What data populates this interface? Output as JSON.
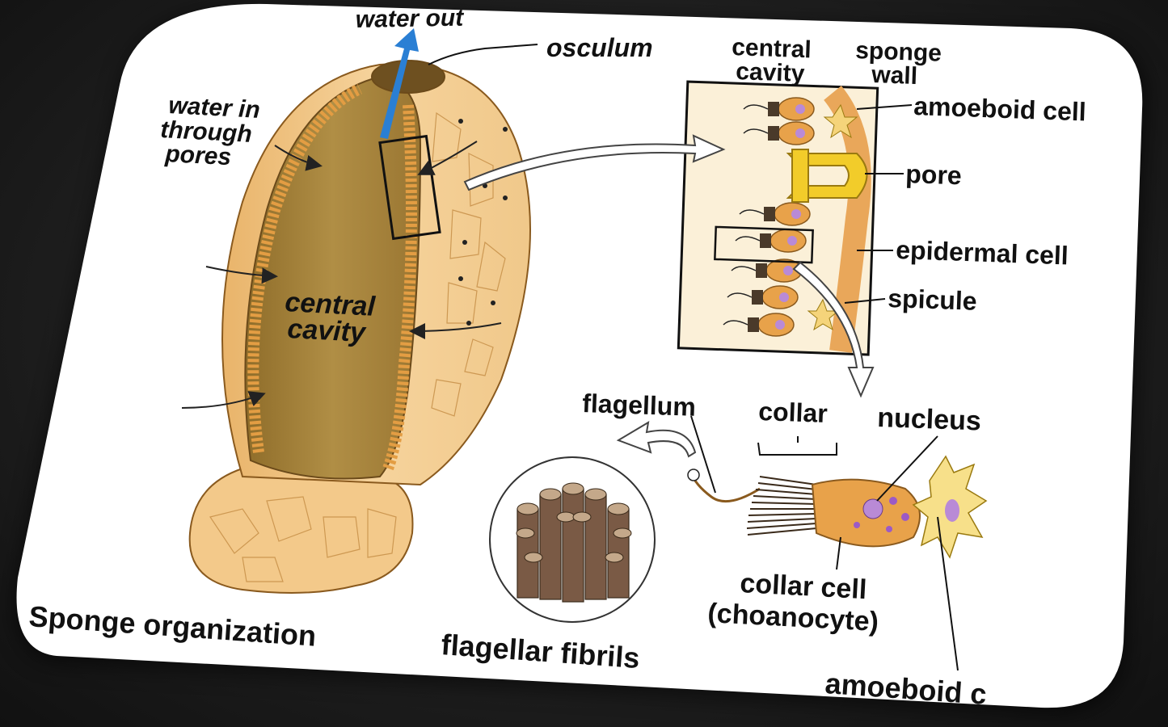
{
  "labels": {
    "water_out": "water out",
    "osculum": "osculum",
    "water_in": [
      "water in",
      "through",
      "pores"
    ],
    "central_cavity_main": [
      "central",
      "cavity"
    ],
    "central_cavity_inset": [
      "central",
      "cavity"
    ],
    "sponge_wall": [
      "sponge",
      "wall"
    ],
    "amoeboid_cell_top": "amoeboid cell",
    "pore": "pore",
    "epidermal_cell": "epidermal cell",
    "spicule": "spicule",
    "flagellum": "flagellum",
    "collar": "collar",
    "nucleus": "nucleus",
    "collar_cell": [
      "collar cell",
      "(choanocyte)"
    ],
    "amoeboid_bottom": "amoeboid c",
    "flagellar_fibrils": "flagellar fibrils",
    "sponge_organization": "Sponge organization"
  },
  "colors": {
    "card": "#ffffff",
    "sponge_body": "#f3c98a",
    "sponge_inner": "#a8853c",
    "collar_cells": "#e8a24a",
    "water_out_arrow": "#2a7fd4",
    "pore_yellow": "#f2cc2a",
    "nucleus_purple": "#b98ad6"
  }
}
